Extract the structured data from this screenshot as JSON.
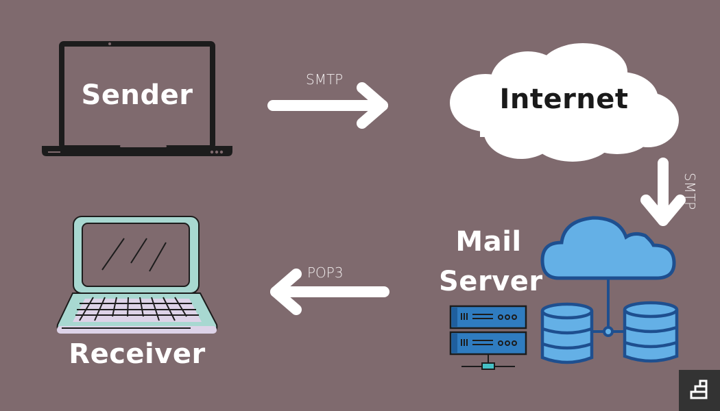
{
  "diagram": {
    "title": "Email delivery flow",
    "colors": {
      "background": "#7f6a6e",
      "sender_laptop": "#1c1c1c",
      "receiver_laptop_body": "#a8d8d1",
      "receiver_keyboard": "#ddd3e8",
      "cloud_server_fill": "#64b0e6",
      "cloud_server_stroke": "#1e4f8f",
      "server_rack_fill": "#2f7cc0",
      "arrow": "#ffffff",
      "badge_bg": "#333333"
    },
    "nodes": {
      "sender": {
        "label": "Sender",
        "icon": "laptop-icon"
      },
      "internet": {
        "label": "Internet",
        "icon": "cloud-icon"
      },
      "mail_server": {
        "label_line1": "Mail",
        "label_line2": "Server",
        "icons": [
          "server-rack-icon",
          "cloud-database-icon"
        ]
      },
      "receiver": {
        "label": "Receiver",
        "icon": "laptop-icon"
      }
    },
    "edges": [
      {
        "from": "sender",
        "to": "internet",
        "label": "SMTP",
        "direction": "right"
      },
      {
        "from": "internet",
        "to": "mail_server",
        "label": "SMTP",
        "direction": "down"
      },
      {
        "from": "mail_server",
        "to": "receiver",
        "label": "POP3",
        "direction": "left"
      }
    ],
    "corner_badge": {
      "icon": "stairs-icon"
    }
  }
}
